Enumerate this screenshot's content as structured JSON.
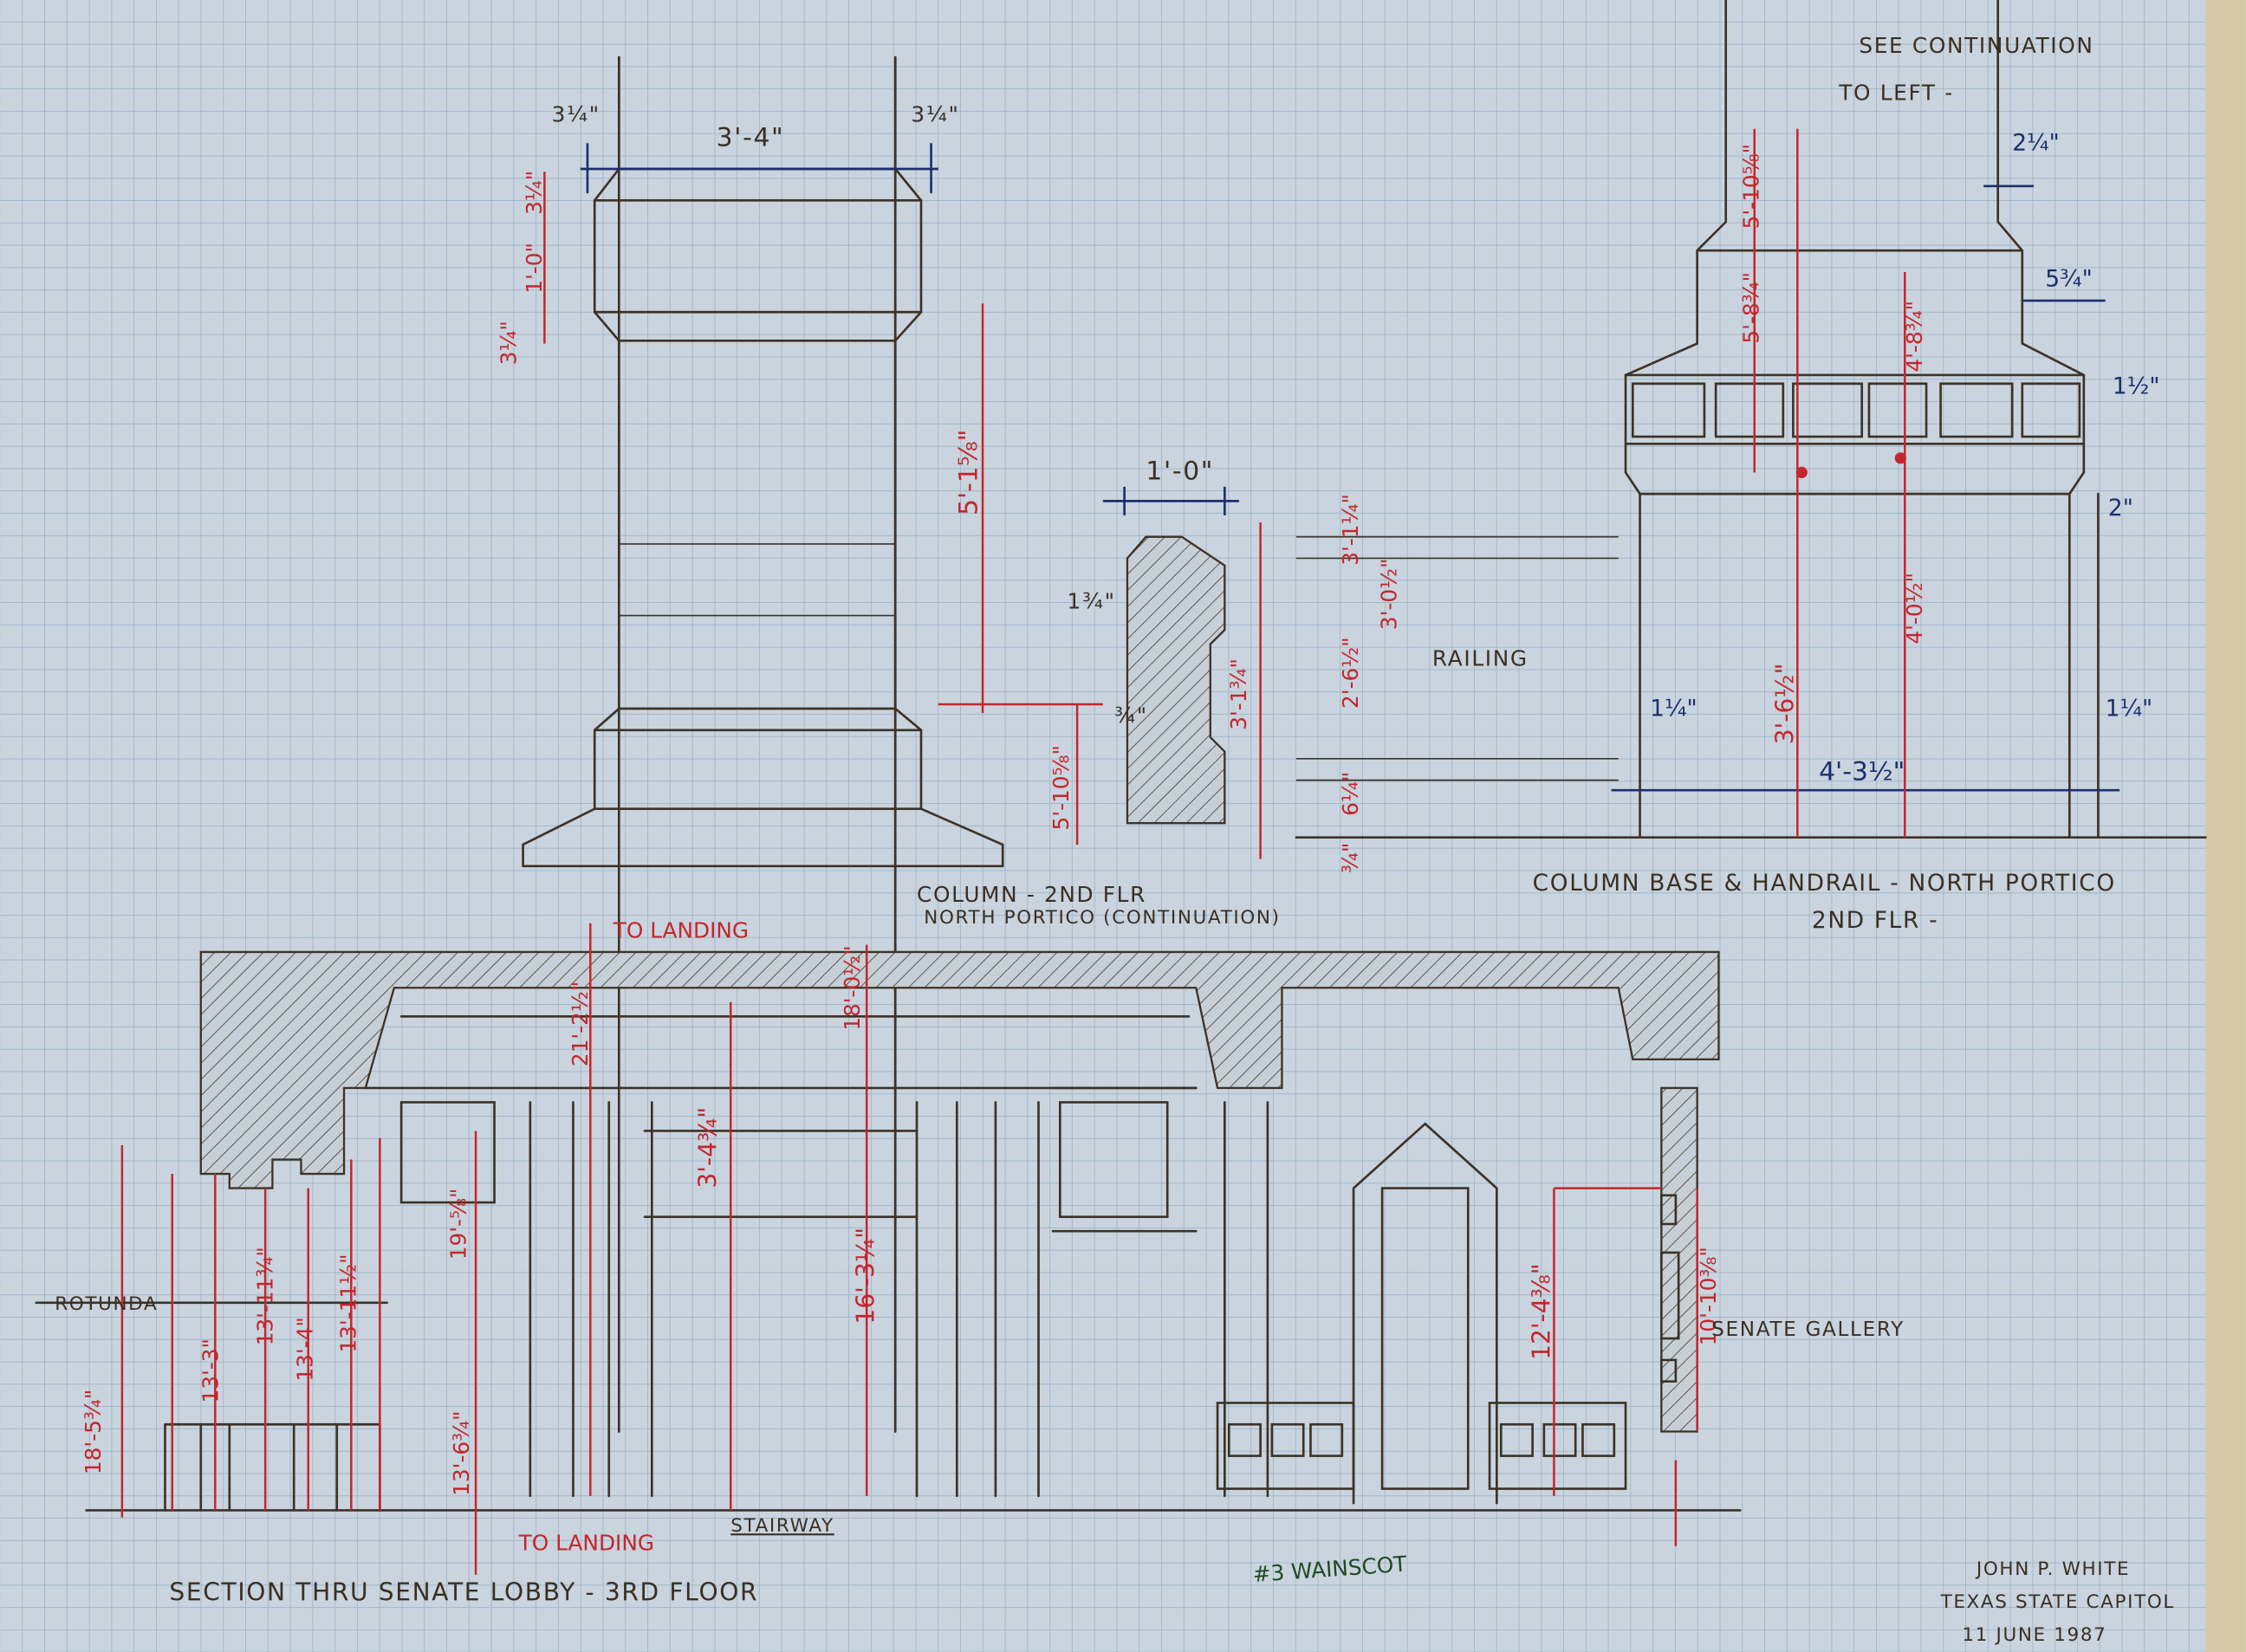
{
  "colors": {
    "paper": "#c9d4de",
    "grid": "#9db4c8",
    "pencil": "#3d3226",
    "red_ink": "#c4262b",
    "blue_ink": "#1c2f6e",
    "green_ink": "#1f4a22"
  },
  "notes": {
    "see_continuation": "SEE CONTINUATION",
    "to_left": "TO LEFT -",
    "railing": "RAILING",
    "rotunda": "ROTUNDA",
    "senate_gallery": "SENATE GALLERY",
    "to_landing_top": "TO LANDING",
    "to_landing_bottom": "TO LANDING",
    "stairway": "STAIRWAY",
    "wainscot": "#3 WAINSCOT"
  },
  "captions": {
    "column_line1": "COLUMN - 2ND FLR",
    "column_line2": "NORTH PORTICO (CONTINUATION)",
    "base_line1": "COLUMN BASE & HANDRAIL - NORTH PORTICO",
    "base_line2": "2ND FLR -",
    "section": "SECTION THRU SENATE LOBBY - 3RD FLOOR"
  },
  "signature": {
    "name": "JOHN P. WHITE",
    "project": "TEXAS STATE CAPITOL",
    "date": "11 JUNE 1987"
  },
  "dimensions": {
    "column": {
      "left_offset": "3¼\"",
      "width": "3'-4\"",
      "right_offset": "3¼\"",
      "cap_top": "3¼\"",
      "cap_height": "1'-0\"",
      "cap_bottom": "3¼\"",
      "shaft_height": "5'-1⅝\""
    },
    "railing": {
      "width": "1'-0\"",
      "top_step": "1¾\"",
      "mid_step": "¾\"",
      "base_height": "5'-10⅝\"",
      "height": "3'-1¾\"",
      "dim_a": "3'-1¼\"",
      "dim_b": "2'-6½\"",
      "dim_c": "3'-0½\"",
      "dim_d": "6¼\"",
      "dim_e": "¾\""
    },
    "base": {
      "top_offset": "2¼\"",
      "step": "5¾\"",
      "band": "1½\"",
      "band_small": "2\"",
      "left_inset": "1¼\"",
      "right_inset": "1¼\"",
      "width": "4'-3½\"",
      "h1": "5'-10⅝\"",
      "h2": "5'-8¾\"",
      "h3": "4'-8¾\"",
      "h4": "4'-0½\"",
      "h5": "3'-6½\""
    },
    "section": {
      "d1": "21'-2½\"",
      "d2": "18'-0½\"",
      "d3": "3'-4¾\"",
      "d4": "19'-⅝\"",
      "d5": "13'-3\"",
      "d6": "13'-11¾\"",
      "d7": "13'-4\"",
      "d8": "13'-11½\"",
      "d9": "13'-6¾\"",
      "d10": "16'-3¼\"",
      "d11": "12'-4⅜\"",
      "d12": "10'-10⅜\"",
      "d13": "18'-5¾\""
    }
  }
}
